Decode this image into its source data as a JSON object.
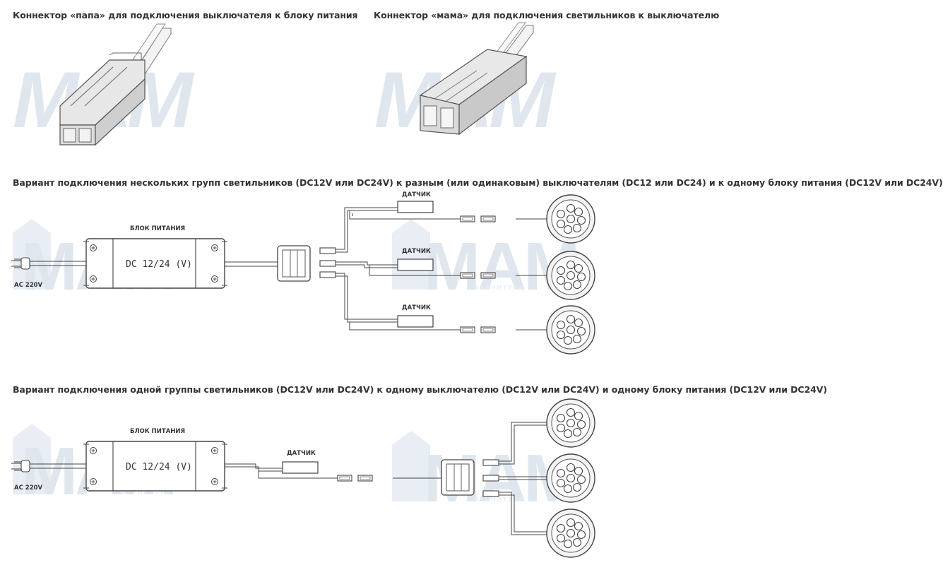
{
  "headings": {
    "male_connector": "Коннектор «папа» для подключения выключателя к блоку питания",
    "female_connector": "Коннектор «мама» для подключения светильников к выключателю",
    "scheme_multi": "Вариант подключения нескольких групп светильников (DC12V или DC24V) к разным (или одинаковым) выключателям (DC12 или DC24) и к одному блоку питания (DC12V или DC24V)",
    "scheme_single": "Вариант подключения одной группы светильников (DC12V или DC24V) к одному выключателю (DC12V или DC24V) и одному блоку питания (DC12V или DC24V)"
  },
  "diagram_multi": {
    "power_supply_label": "БЛОК ПИТАНИЯ",
    "power_supply_value": "DC 12/24 (V)",
    "mains_label": "AC 220V",
    "sensor_labels": [
      "ДАТЧИК",
      "ДАТЧИК",
      "ДАТЧИК"
    ]
  },
  "diagram_single": {
    "power_supply_label": "БЛОК ПИТАНИЯ",
    "power_supply_value": "DC 12/24 (V)",
    "mains_label": "AC 220V",
    "sensor_label": "ДАТЧИК"
  },
  "watermark": {
    "logo_text": "МАМ",
    "sub_text": "ФУРНИТУРА"
  },
  "colors": {
    "text": "#333333",
    "line": "#444444",
    "watermark": "#dfe6ee",
    "connector_fill": "#e4e4e4"
  },
  "icons": [
    "male-connector-illustration",
    "female-connector-illustration",
    "power-supply-icon",
    "plug-icon",
    "distributor-icon",
    "sensor-icon",
    "luminaire-icon"
  ]
}
